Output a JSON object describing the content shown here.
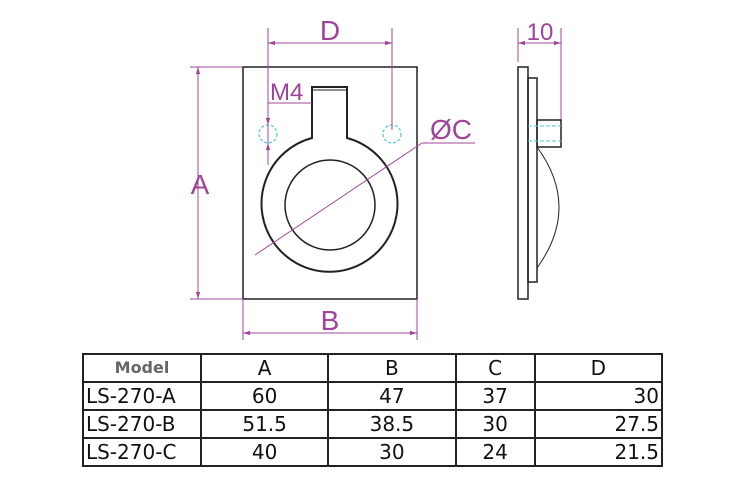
{
  "drawing": {
    "labels": {
      "a": "A",
      "b": "B",
      "c": "ØC",
      "d": "D",
      "thread": "M4",
      "thickness": "10"
    },
    "colors": {
      "dimension": "#a0449a",
      "outline": "#222222",
      "hidden": "#4fc3d9"
    }
  },
  "table": {
    "headers": [
      "Model",
      "A",
      "B",
      "C",
      "D"
    ],
    "rows": [
      [
        "LS-270-A",
        "60",
        "47",
        "37",
        "30"
      ],
      [
        "LS-270-B",
        "51.5",
        "38.5",
        "30",
        "27.5"
      ],
      [
        "LS-270-C",
        "40",
        "30",
        "24",
        "21.5"
      ]
    ]
  }
}
